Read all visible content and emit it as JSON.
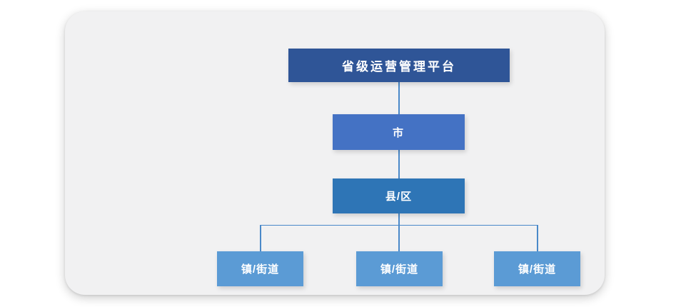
{
  "org_chart": {
    "card_background": "#f1f1f2",
    "text_color": "#ffffff",
    "connector_color": "#4a89c9",
    "root": {
      "label": "省级运营管理平台",
      "color": "#2f5597"
    },
    "city": {
      "label": "市",
      "color": "#4472c4"
    },
    "county": {
      "label": "县/区",
      "color": "#2e75b6"
    },
    "towns": [
      {
        "label": "镇/街道"
      },
      {
        "label": "镇/街道"
      },
      {
        "label": "镇/街道"
      }
    ],
    "town_color": "#5b9bd5"
  }
}
